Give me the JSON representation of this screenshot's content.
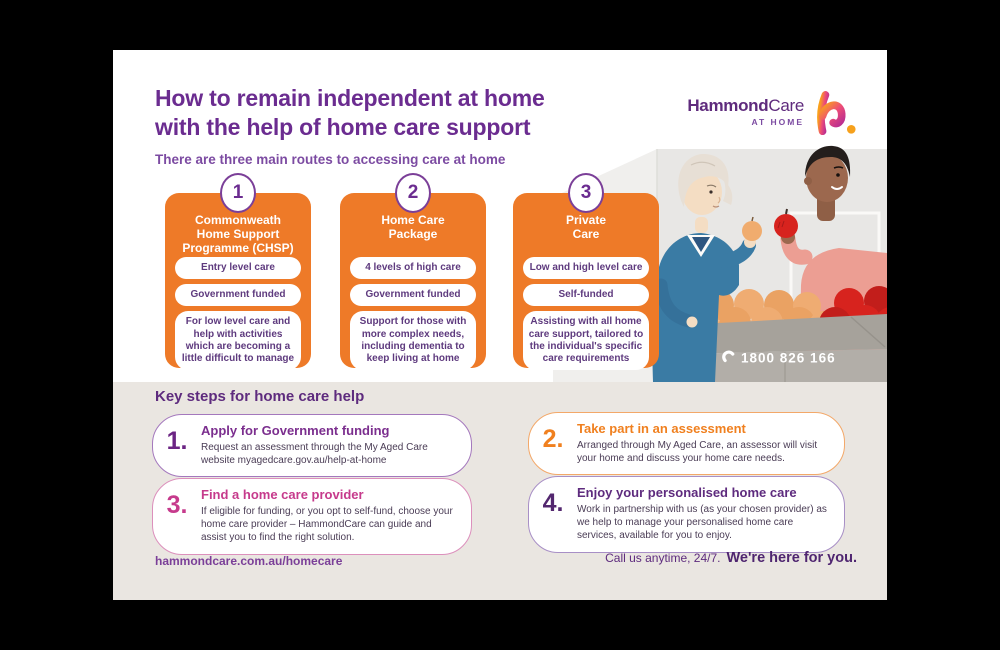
{
  "header": {
    "title": "How to remain independent at home\nwith the help of home care support",
    "subtitle": "There are three main routes to accessing care at home",
    "logo": {
      "brand_bold": "Hammond",
      "brand_light": "Care",
      "tagline": "AT HOME"
    }
  },
  "routes": [
    {
      "number": "1",
      "title": "Commonweath\nHome Support\nProgramme (CHSP)",
      "pills": [
        "Entry level care",
        "Government funded",
        "For low level care and help with activities which are becoming a little difficult to manage"
      ]
    },
    {
      "number": "2",
      "title": "Home Care\nPackage",
      "pills": [
        "4 levels of high care",
        "Government funded",
        "Support for those with more complex needs, including dementia to keep living at home"
      ]
    },
    {
      "number": "3",
      "title": "Private\nCare",
      "pills": [
        "Low and high level care",
        "Self-funded",
        "Assisting with all home care support, tailored to the individual's specific care requirements"
      ]
    }
  ],
  "illustration": {
    "phone": "1800 826 166"
  },
  "key_steps": {
    "heading": "Key steps for home care help",
    "steps": [
      {
        "number": "1.",
        "title": "Apply for Government funding",
        "body": "Request an assessment through the My Aged Care website myagedcare.gov.au/help-at-home"
      },
      {
        "number": "2.",
        "title": "Take part in an assessment",
        "body": "Arranged through My Aged Care, an assessor will visit your home and discuss your home care needs."
      },
      {
        "number": "3.",
        "title": "Find a home care provider",
        "body": "If eligible for funding, or you opt to self-fund, choose your home care provider – HammondCare can guide and assist you to find the right solution."
      },
      {
        "number": "4.",
        "title": "Enjoy your personalised home care",
        "body": "Work in partnership with us (as your chosen provider) as we help to manage your personalised home care services, available for you to enjoy."
      }
    ]
  },
  "footer": {
    "website": "hammondcare.com.au/homecare",
    "call_text": "Call us anytime, 24/7.",
    "call_bold": "We're here for you."
  },
  "colors": {
    "card_orange": "#EE7A28",
    "heading_purple": "#6B2C90",
    "subtitle_purple": "#7C4BA2",
    "step1_purple": "#7B2E8E",
    "step2_orange": "#F0801F",
    "step3_pink": "#C63A8C",
    "step4_purple": "#5E2B7E",
    "section_bg": "#EAE6E1",
    "counter_gray": "#A6A29B"
  }
}
